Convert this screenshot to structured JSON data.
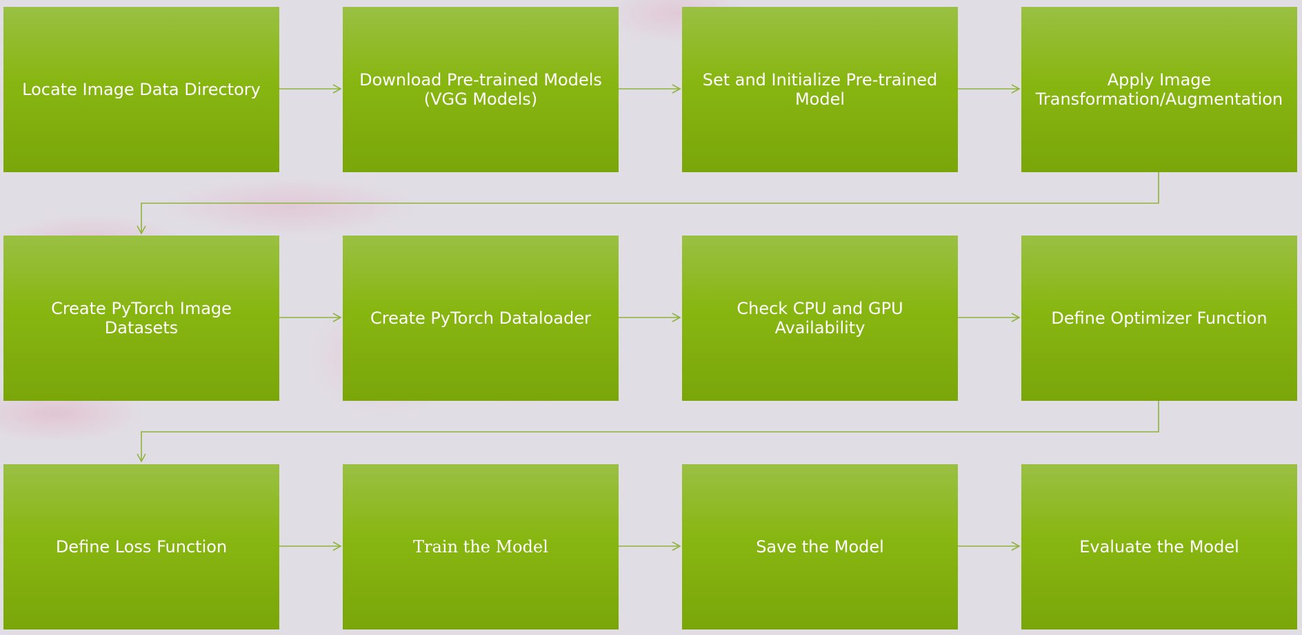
{
  "colors": {
    "box_fill_top": "#9ac043",
    "box_fill_bottom": "#7aa60a",
    "connector": "#8db33a",
    "text": "#ffffff",
    "background": "#e1dde4"
  },
  "steps": [
    {
      "label": "Locate Image Data Directory"
    },
    {
      "label": "Download Pre-trained Models (VGG Models)"
    },
    {
      "label": "Set and Initialize Pre-trained Model"
    },
    {
      "label": "Apply Image Transformation/Augmentation"
    },
    {
      "label": "Create PyTorch Image Datasets"
    },
    {
      "label": "Create PyTorch Dataloader"
    },
    {
      "label": "Check CPU and GPU Availability"
    },
    {
      "label": "Define Optimizer Function"
    },
    {
      "label": "Define Loss Function"
    },
    {
      "label": "Train the Model"
    },
    {
      "label": "Save the Model"
    },
    {
      "label": "Evaluate the Model"
    }
  ]
}
